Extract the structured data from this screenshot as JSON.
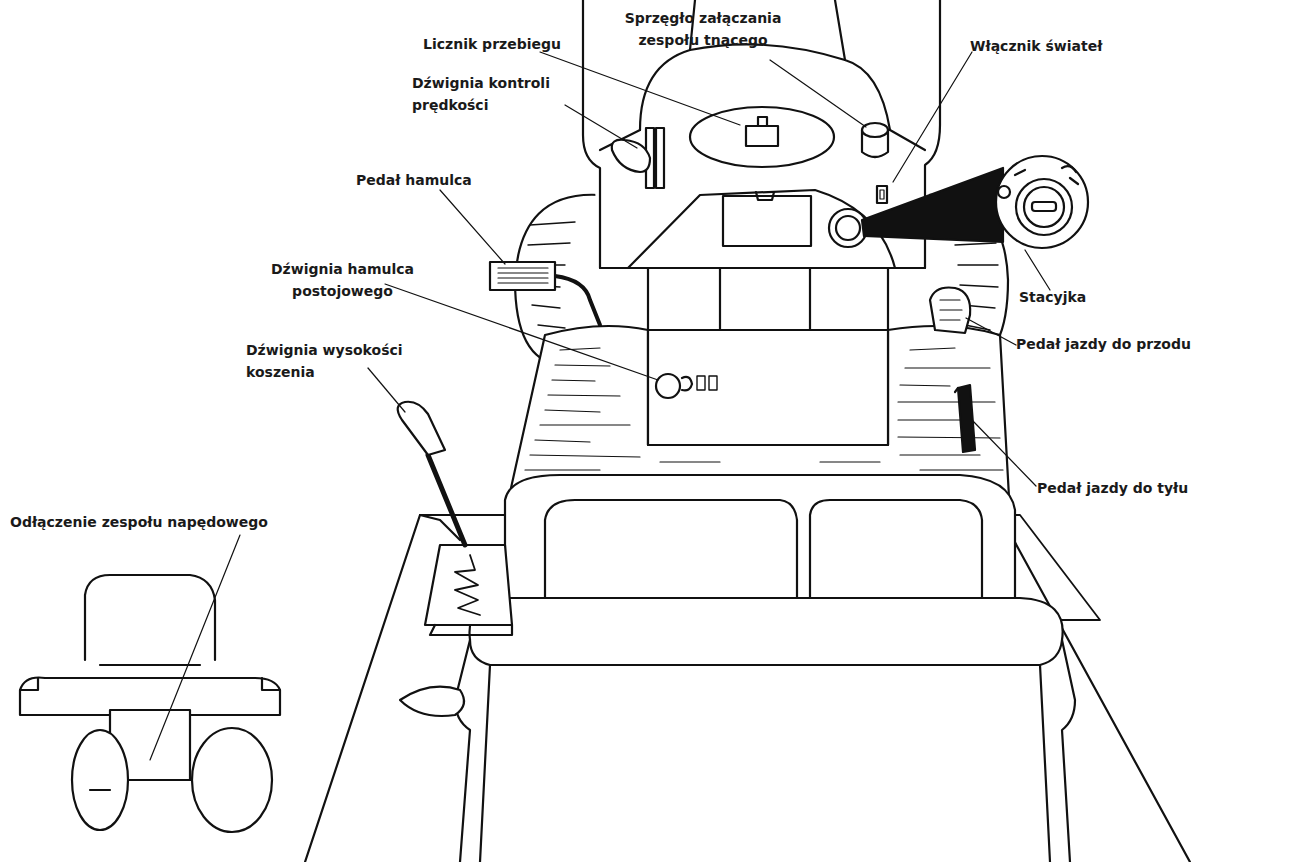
{
  "diagram": {
    "labels": [
      "Licznik przebiegu",
      "Sprzęgło załączania zespołu tnącego",
      "Włącznik świateł",
      "Dźwignia kontroli prędkości",
      "Pedał hamulca",
      "Stacyjka",
      "Dźwignia hamulca postojowego",
      "Pedał jazdy do przodu",
      "Dźwignia wysokości koszenia",
      "Pedał jazdy do tyłu",
      "Odłączenie zespołu napędowego"
    ]
  }
}
